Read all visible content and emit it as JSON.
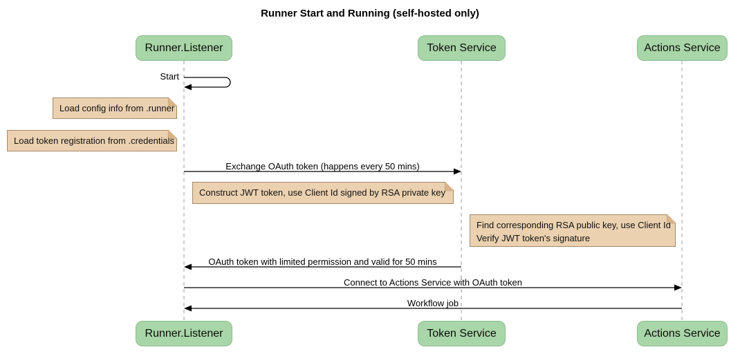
{
  "title": "Runner Start and Running (self-hosted only)",
  "participants": [
    {
      "name": "Runner.Listener"
    },
    {
      "name": "Token Service"
    },
    {
      "name": "Actions Service"
    }
  ],
  "messages": [
    {
      "label": "Start",
      "type": "self",
      "from": "Runner.Listener",
      "to": "Runner.Listener"
    },
    {
      "label": "Exchange OAuth token (happens every 50 mins)",
      "type": "arrow-right",
      "from": "Runner.Listener",
      "to": "Token Service"
    },
    {
      "label": "OAuth token with limited permission and valid for 50 mins",
      "type": "arrow-left",
      "from": "Token Service",
      "to": "Runner.Listener"
    },
    {
      "label": "Connect to Actions Service with OAuth token",
      "type": "arrow-right",
      "from": "Runner.Listener",
      "to": "Actions Service"
    },
    {
      "label": "Workflow job",
      "type": "arrow-left",
      "from": "Actions Service",
      "to": "Runner.Listener"
    }
  ],
  "notes": [
    {
      "text": "Load config info from .runner"
    },
    {
      "text": "Load token registration from .credentials"
    },
    {
      "text": "Construct JWT token, use Client Id signed by RSA private key"
    },
    {
      "line1": "Find corresponding RSA public key, use Client Id",
      "line2": "Verify JWT token's signature"
    }
  ],
  "colors": {
    "participant_fill": "#A8D6A8",
    "note_fill": "#EBD1B0",
    "note_border": "#A1896A",
    "note_fold": "#D9B285",
    "lifeline": "#999999",
    "arrow": "#000000",
    "background": "#FFFFFF",
    "text": "#000000"
  }
}
